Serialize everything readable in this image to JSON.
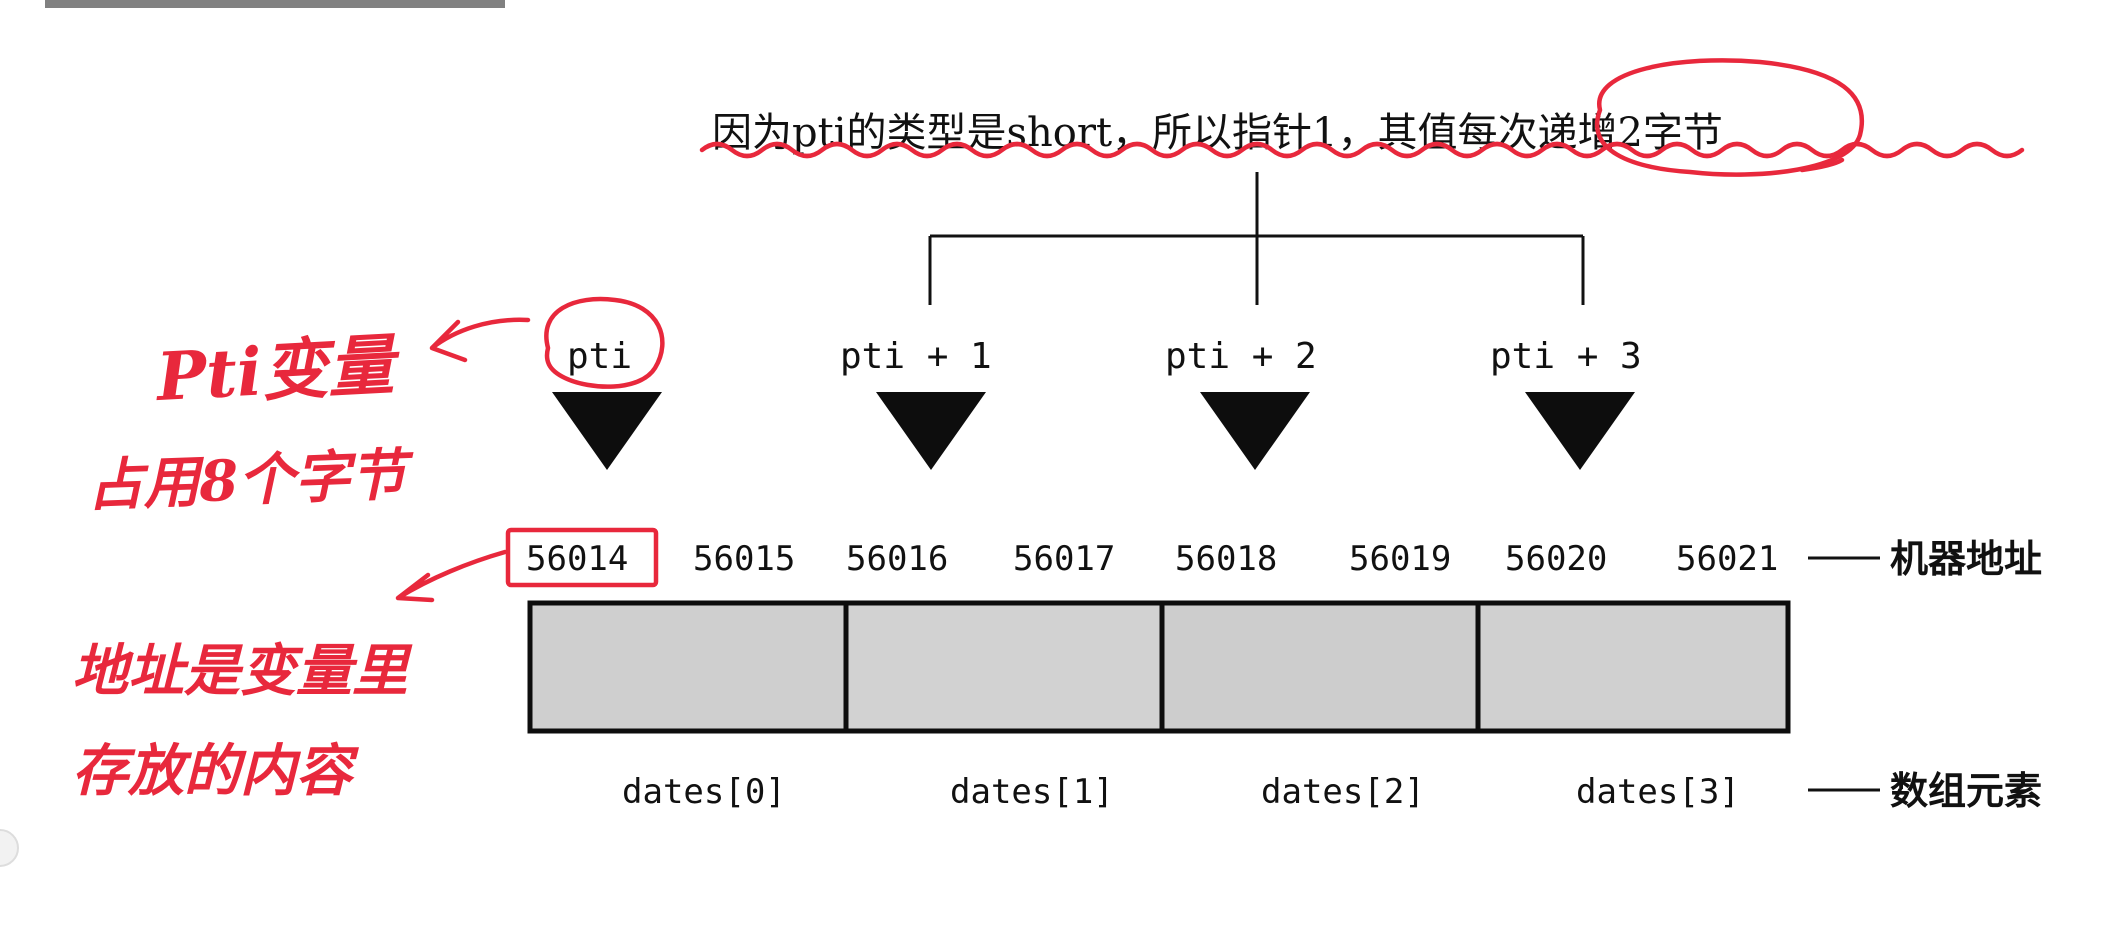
{
  "caption": {
    "text": "因为pti的类型是short，所以指针1，其值每次递增2字节"
  },
  "pointers": [
    {
      "label": "pti"
    },
    {
      "label": "pti + 1"
    },
    {
      "label": "pti + 2"
    },
    {
      "label": "pti + 3"
    }
  ],
  "addresses": [
    "56014",
    "56015",
    "56016",
    "56017",
    "56018",
    "56019",
    "56020",
    "56021"
  ],
  "elements": [
    "dates[0]",
    "dates[1]",
    "dates[2]",
    "dates[3]"
  ],
  "legend": {
    "address_label": "机器地址",
    "element_label": "数组元素"
  },
  "handwritten_notes": {
    "pointer_var_line1": "Pti变量",
    "pointer_var_line2": "占用8个字节",
    "address_note_line1": "地址是变量里",
    "address_note_line2": "存放的内容"
  },
  "colors": {
    "ink": "#111111",
    "annotation": "#e8283c",
    "cell_fill": "#cfcfcf"
  }
}
